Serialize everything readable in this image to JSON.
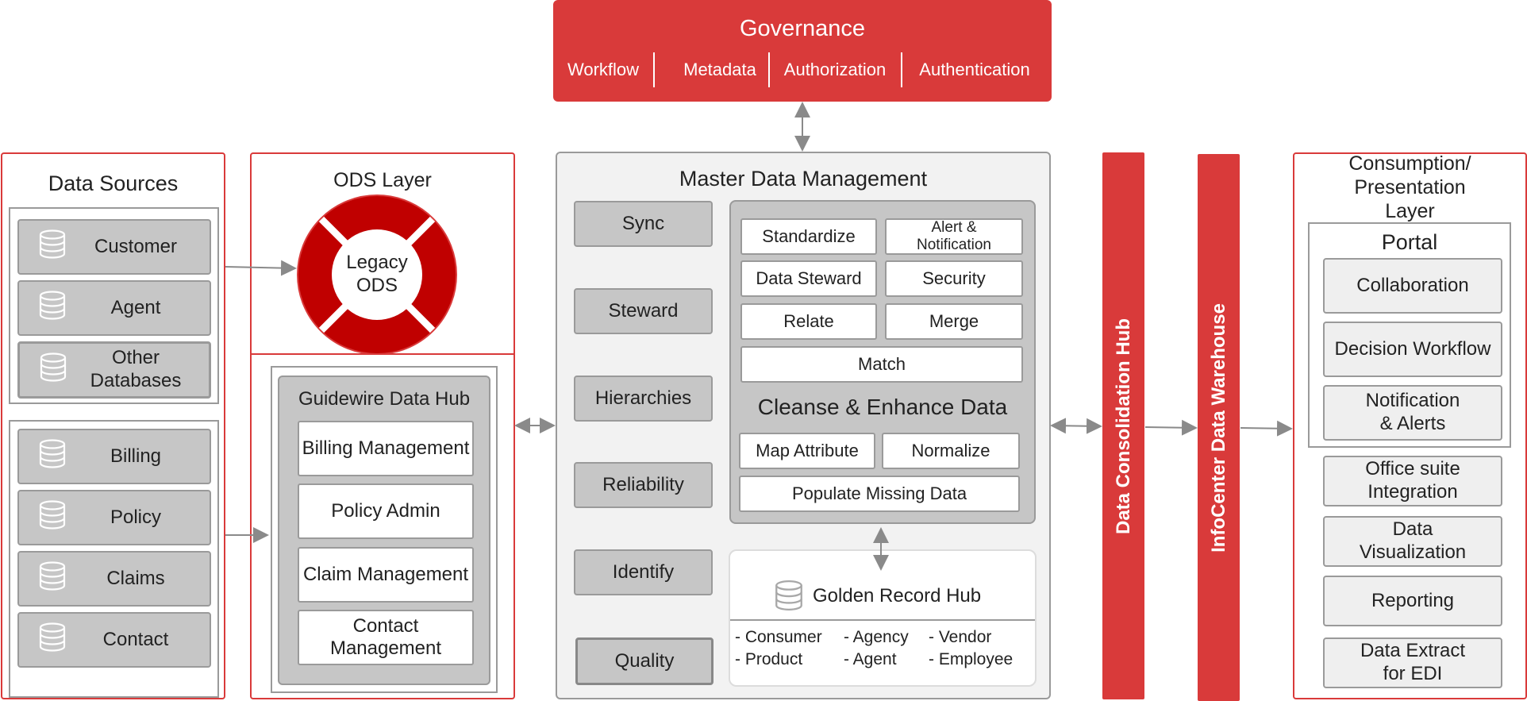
{
  "governance": {
    "title": "Governance",
    "items": [
      "Workflow",
      "Metadata",
      "Authorization",
      "Authentication"
    ]
  },
  "data_sources": {
    "title": "Data Sources",
    "group1": [
      "Customer",
      "Agent",
      "Other Databases"
    ],
    "group2": [
      "Billing",
      "Policy",
      "Claims",
      "Contact"
    ]
  },
  "ods": {
    "title": "ODS Layer",
    "legacy_label": "Legacy ODS",
    "hub_title": "Guidewire Data Hub",
    "hub_items": [
      "Billing Management",
      "Policy Admin",
      "Claim Management",
      "Contact Management"
    ]
  },
  "mdm": {
    "title": "Master Data Management",
    "left_items": [
      "Sync",
      "Steward",
      "Hierarchies",
      "Reliability",
      "Identify",
      "Quality"
    ],
    "services": {
      "standardize": "Standardize",
      "alert": "Alert & Notification",
      "data_steward": "Data Steward",
      "security": "Security",
      "relate": "Relate",
      "merge": "Merge",
      "match": "Match"
    },
    "cleanse_title": "Cleanse & Enhance Data",
    "cleanse": {
      "map_attribute": "Map Attribute",
      "normalize": "Normalize",
      "populate": "Populate Missing Data"
    },
    "golden": {
      "title": "Golden Record Hub",
      "col1": [
        "- Consumer",
        "- Product"
      ],
      "col2": [
        "- Agency",
        "- Agent"
      ],
      "col3": [
        "- Vendor",
        "- Employee"
      ]
    }
  },
  "bars": {
    "consolidation": "Data Consolidation Hub",
    "warehouse": "InfoCenter Data Warehouse"
  },
  "consumption": {
    "title": "Consumption/ Presentation Layer",
    "portal_title": "Portal",
    "portal_items": [
      "Collaboration",
      "Decision Workflow",
      "Notification & Alerts"
    ],
    "other_items": [
      "Office suite Integration",
      "Data Visualization",
      "Reporting",
      "Data Extract for EDI"
    ]
  },
  "colors": {
    "accent": "#d93a3a",
    "dark_red": "#c00000",
    "gray_box": "#c6c6c6",
    "panel_gray": "#f2f2f2"
  },
  "icons": {
    "database": "database-icon"
  }
}
